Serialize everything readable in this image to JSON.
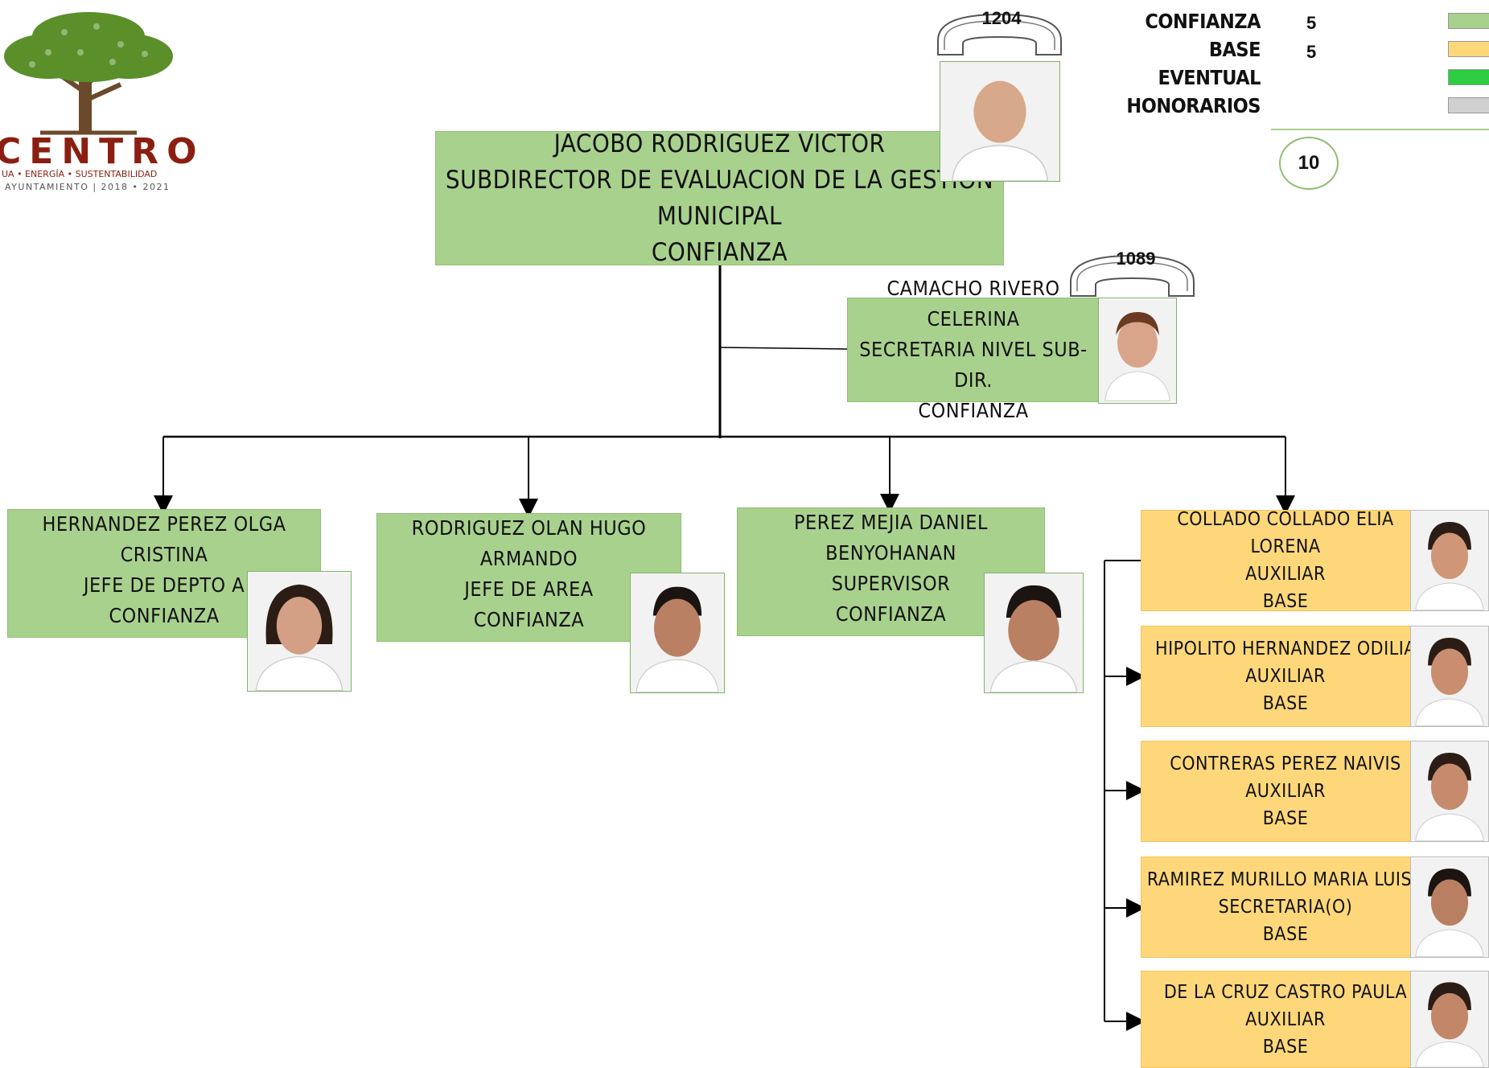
{
  "logo": {
    "name": "CENTRO",
    "tagline": "UA • ENERGÍA • SUSTENTABILIDAD",
    "subtitle": "AYUNTAMIENTO | 2018 • 2021"
  },
  "legend": [
    {
      "count": "5",
      "label": "CONFIANZA",
      "color": "#a9d18e"
    },
    {
      "count": "5",
      "label": "BASE",
      "color": "#fdd77a"
    },
    {
      "count": "",
      "label": "EVENTUAL",
      "color": "#2ecc40"
    },
    {
      "count": "",
      "label": "HONORARIOS",
      "color": "#d0d0d0"
    }
  ],
  "total": "10",
  "director": {
    "name": "JACOBO RODRIGUEZ VICTOR",
    "position": "SUBDIRECTOR DE EVALUACION DE LA GESTION MUNICIPAL",
    "type": "CONFIANZA",
    "extension": "1204"
  },
  "secretary": {
    "name": "CAMACHO RIVERO CELERINA",
    "position": "SECRETARIA NIVEL SUB-DIR.",
    "type": "CONFIANZA",
    "extension": "1089"
  },
  "staff": [
    {
      "name": "HERNANDEZ PEREZ OLGA CRISTINA",
      "position": "JEFE DE DEPTO A",
      "type": "CONFIANZA"
    },
    {
      "name": "RODRIGUEZ OLAN HUGO ARMANDO",
      "position": "JEFE DE AREA",
      "type": "CONFIANZA"
    },
    {
      "name": "PEREZ MEJIA DANIEL BENYOHANAN",
      "position": "SUPERVISOR",
      "type": "CONFIANZA"
    }
  ],
  "auxiliaries": [
    {
      "name": "COLLADO COLLADO ELIA LORENA",
      "position": "AUXILIAR",
      "type": "BASE"
    },
    {
      "name": "HIPOLITO HERNANDEZ ODILIA",
      "position": "AUXILIAR",
      "type": "BASE"
    },
    {
      "name": "CONTRERAS PEREZ NAIVIS",
      "position": "AUXILIAR",
      "type": "BASE"
    },
    {
      "name": "RAMIREZ MURILLO MARIA LUISA",
      "position": "SECRETARIA(O)",
      "type": "BASE"
    },
    {
      "name": "DE LA CRUZ CASTRO PAULA",
      "position": "AUXILIAR",
      "type": "BASE"
    }
  ]
}
